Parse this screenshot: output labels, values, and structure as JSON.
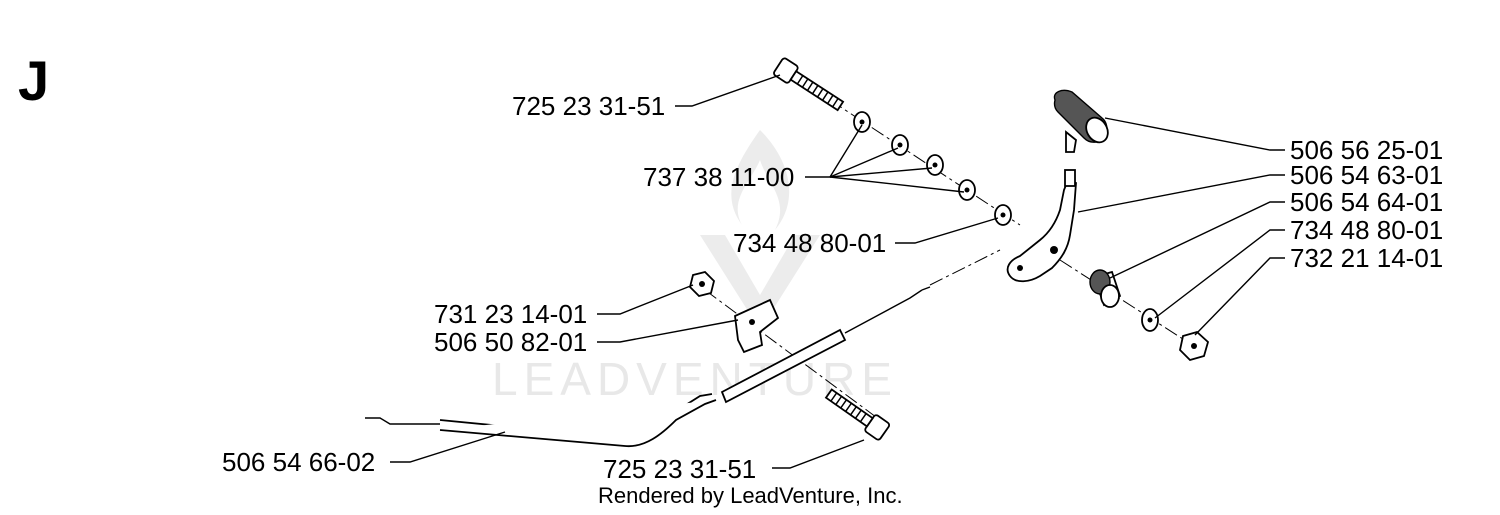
{
  "section_letter": "J",
  "watermark": "LEADVENTURE",
  "credit": "Rendered by LeadVenture, Inc.",
  "labels": {
    "bolt_top": "725 23 31-51",
    "washers": "737 38 11-00",
    "washer_mid": "734 48 80-01",
    "nut_left": "731 23 14-01",
    "bracket": "506 50 82-01",
    "cable": "506 54 66-02",
    "bolt_bottom": "725 23 31-51",
    "grip": "506 56 25-01",
    "lever": "506 54 63-01",
    "bushing": "506 54 64-01",
    "washer_right": "734 48 80-01",
    "nut_right": "732 21 14-01"
  }
}
